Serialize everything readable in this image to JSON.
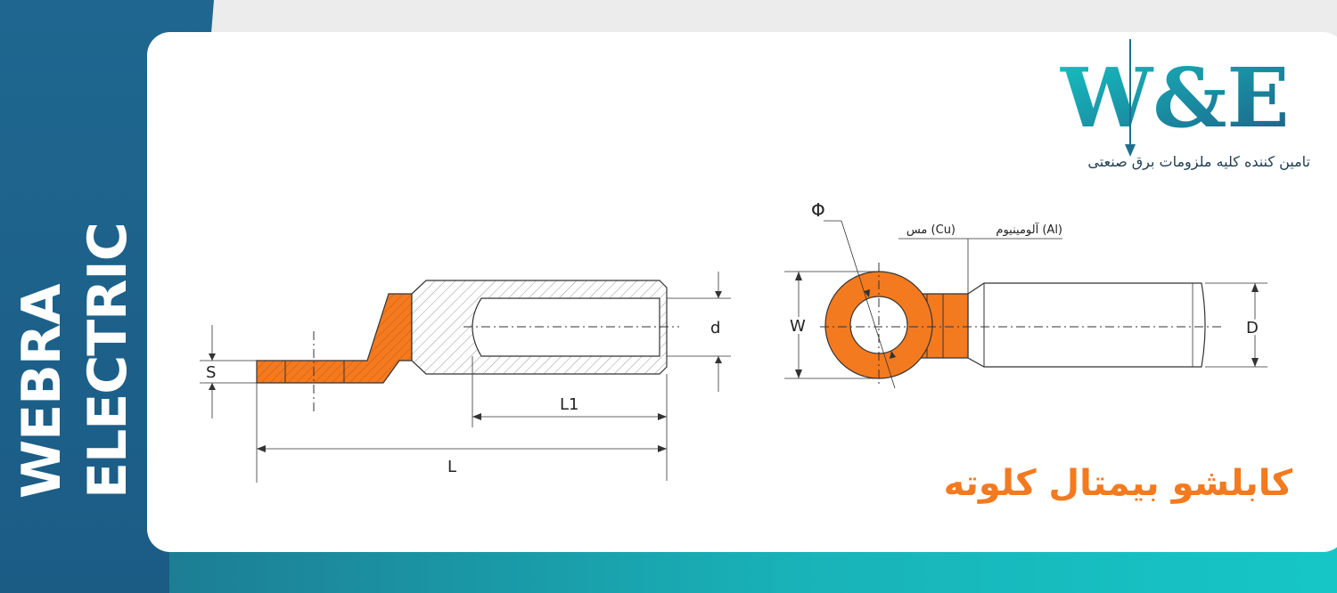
{
  "brand": {
    "vertical_line1": "WEBRA",
    "vertical_line2": "ELECTRIC",
    "logo_text": "W&E",
    "tagline": "تامین کننده کلیه ملزومات برق صنعتی"
  },
  "product_title": "کابلشو بیمتال کلوته",
  "diagram": {
    "side_view": {
      "label_s": "S",
      "label_d": "d",
      "label_l1": "L1",
      "label_l": "L"
    },
    "top_view": {
      "label_phi": "Φ",
      "label_w": "W",
      "label_D": "D",
      "label_cu": "مس (Cu)",
      "label_al": "آلومینیوم (Al)"
    }
  },
  "colors": {
    "copper": "#f47a1f",
    "blue_dark": "#1f5f86",
    "teal": "#17c1c3",
    "title_orange": "#f47a1f"
  }
}
